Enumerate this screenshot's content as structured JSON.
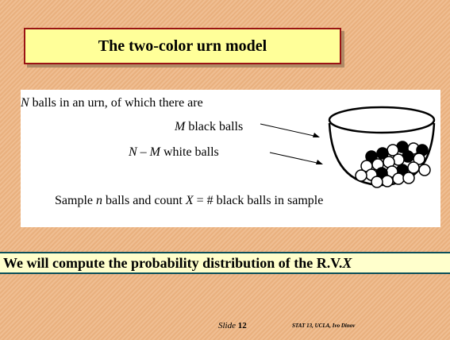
{
  "title": "The two-color urn model",
  "urn_text": {
    "line1_var": "N",
    "line1_rest": " balls in an urn, of which there are",
    "line2_var": "M",
    "line2_rest": " black balls",
    "line3_var1": "N",
    "line3_op": " – ",
    "line3_var2": "M",
    "line3_rest": " white balls",
    "sample_pre": "Sample ",
    "sample_var_n": "n",
    "sample_mid": " balls and count ",
    "sample_var_x": "X",
    "sample_post": " = # black balls in sample"
  },
  "banner": {
    "text": "We will compute the probability distribution of the R.V. ",
    "var": "X"
  },
  "footer": {
    "slide_label": "Slide ",
    "slide_number": "12",
    "course": "STAT 13, UCLA, Ivo Dinov"
  }
}
